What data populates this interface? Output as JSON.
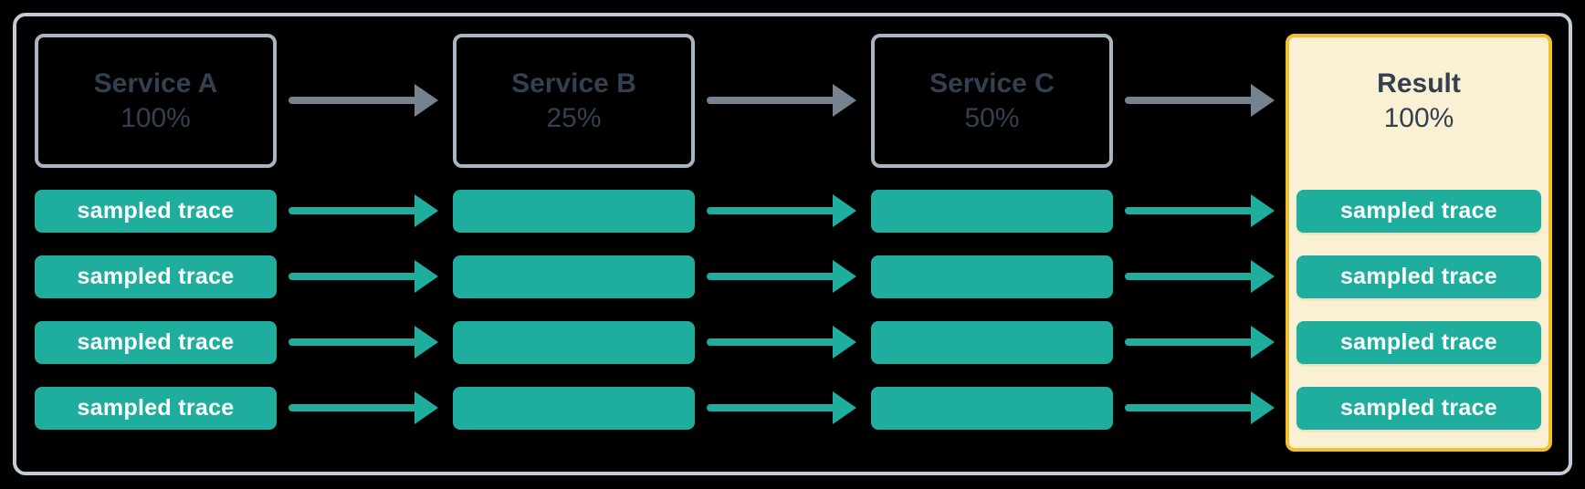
{
  "colors": {
    "canvas-bg": "#000000",
    "container-border": "#C3CBD6",
    "service-border": "#A9B5C2",
    "service-text": "#33404F",
    "flow-arrow": "#76838F",
    "teal": "#1FAE9E",
    "pill-text": "#FFFFFF",
    "result-bg": "#FAF1D4",
    "result-border": "#F0C12F"
  },
  "diagram": {
    "services": [
      {
        "name": "Service A",
        "rate": "100%"
      },
      {
        "name": "Service B",
        "rate": "25%"
      },
      {
        "name": "Service C",
        "rate": "50%"
      }
    ],
    "result": {
      "name": "Result",
      "rate": "100%"
    },
    "trace_label": "sampled trace",
    "trace_rows": 4
  }
}
